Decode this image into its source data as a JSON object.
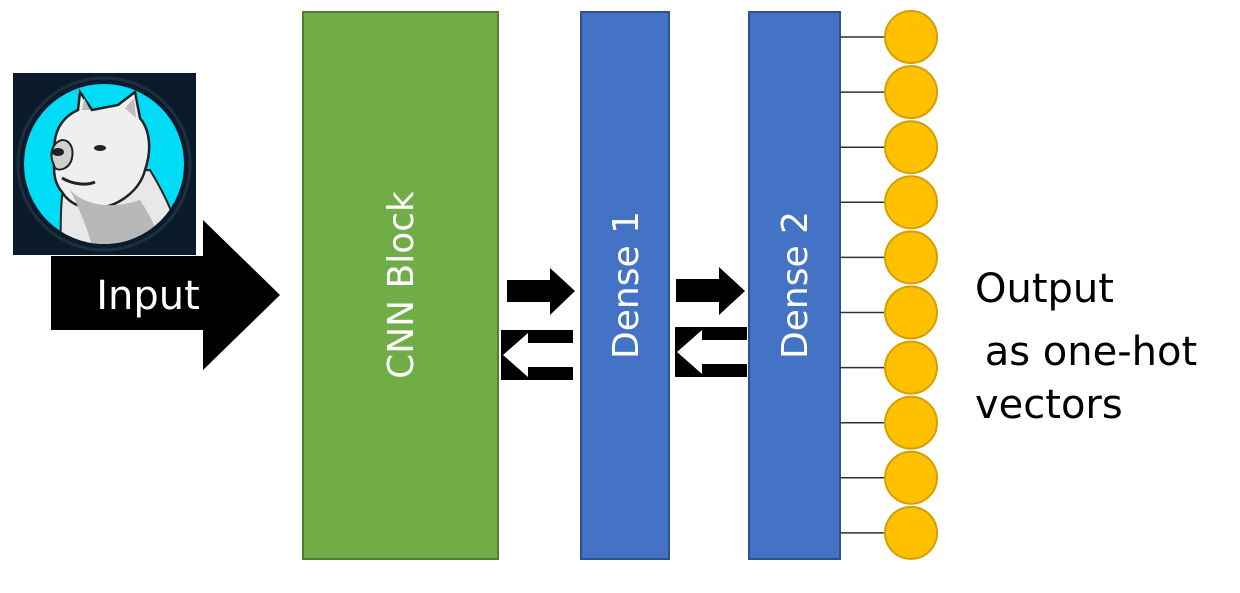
{
  "diagram": {
    "input": {
      "label": "Input",
      "image": "dog-portrait-icon",
      "image_bg": "#00dcf5",
      "frame_color": "#0b1b2b"
    },
    "blocks": [
      {
        "id": "cnn",
        "label": "CNN Block",
        "fill": "#70ad47",
        "stroke": "#507e32"
      },
      {
        "id": "dense1",
        "label": "Dense 1",
        "fill": "#4472c4",
        "stroke": "#2f528f"
      },
      {
        "id": "dense2",
        "label": "Dense 2",
        "fill": "#4472c4",
        "stroke": "#2f528f"
      }
    ],
    "connections": [
      {
        "from": "cnn",
        "to": "dense1",
        "forward": "arrow-right-icon",
        "backward": "arrow-left-icon"
      },
      {
        "from": "dense1",
        "to": "dense2",
        "forward": "arrow-right-icon",
        "backward": "arrow-left-icon"
      }
    ],
    "output": {
      "node_count": 10,
      "node_fill": "#ffc000",
      "node_stroke": "#d4a000",
      "caption_lines": [
        "Output",
        " as one-hot",
        "vectors"
      ]
    }
  }
}
